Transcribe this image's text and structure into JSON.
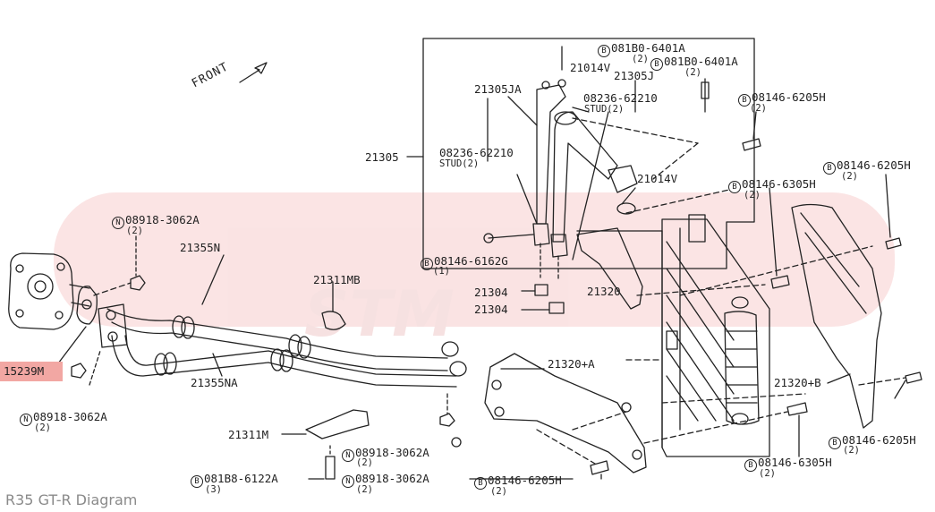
{
  "caption": "R35 GT-R Diagram",
  "front_label": "FRONT",
  "highlighted_part": "15239M",
  "watermark_text": "STM",
  "labels": {
    "b_081b0_6401a_top": "081B0-6401A",
    "qty_top1": "(2)",
    "l_21014v_top": "21014V",
    "b_081b0_6401a_2": "081B0-6401A",
    "qty_2": "(2)",
    "l_21305j": "21305J",
    "l_21305ja": "21305JA",
    "l_08236_62210_a": "08236-62210",
    "stud_a": "STUD(2)",
    "b_08146_6205h_a": "08146-6205H",
    "qty_a": "(2)",
    "l_21305": "21305",
    "l_08236_62210_b": "08236-62210",
    "stud_b": "STUD(2)",
    "l_21014v_mid": "21014V",
    "b_08146_6205h_b": "08146-6205H",
    "qty_b": "(2)",
    "b_08146_6305h_a": "08146-6305H",
    "qty_c": "(2)",
    "n_08918_3062a_a": "08918-3062A",
    "qty_d": "(2)",
    "l_21355n": "21355N",
    "l_21311mb": "21311MB",
    "b_08146_6162g": "08146-6162G",
    "qty_e": "(1)",
    "l_21304_a": "21304",
    "l_21320": "21320",
    "l_21304_b": "21304",
    "l_21355na": "21355NA",
    "l_21320a": "21320+A",
    "l_21320b": "21320+B",
    "n_08918_3062a_b": "08918-3062A",
    "qty_f": "(2)",
    "l_21311m": "21311M",
    "n_08918_3062a_c": "08918-3062A",
    "qty_g": "(2)",
    "b_081b8_6122a": "081B8-6122A",
    "qty_h": "(3)",
    "n_08918_3062a_d": "08918-3062A",
    "qty_i": "(2)",
    "b_08146_6205h_c": "08146-6205H",
    "qty_j": "(2)",
    "b_08146_6305h_b": "08146-6305H",
    "qty_k": "(2)",
    "b_08146_6205h_d": "08146-6205H",
    "qty_l": "(2)"
  },
  "markers": {
    "b": "B",
    "n": "N"
  }
}
